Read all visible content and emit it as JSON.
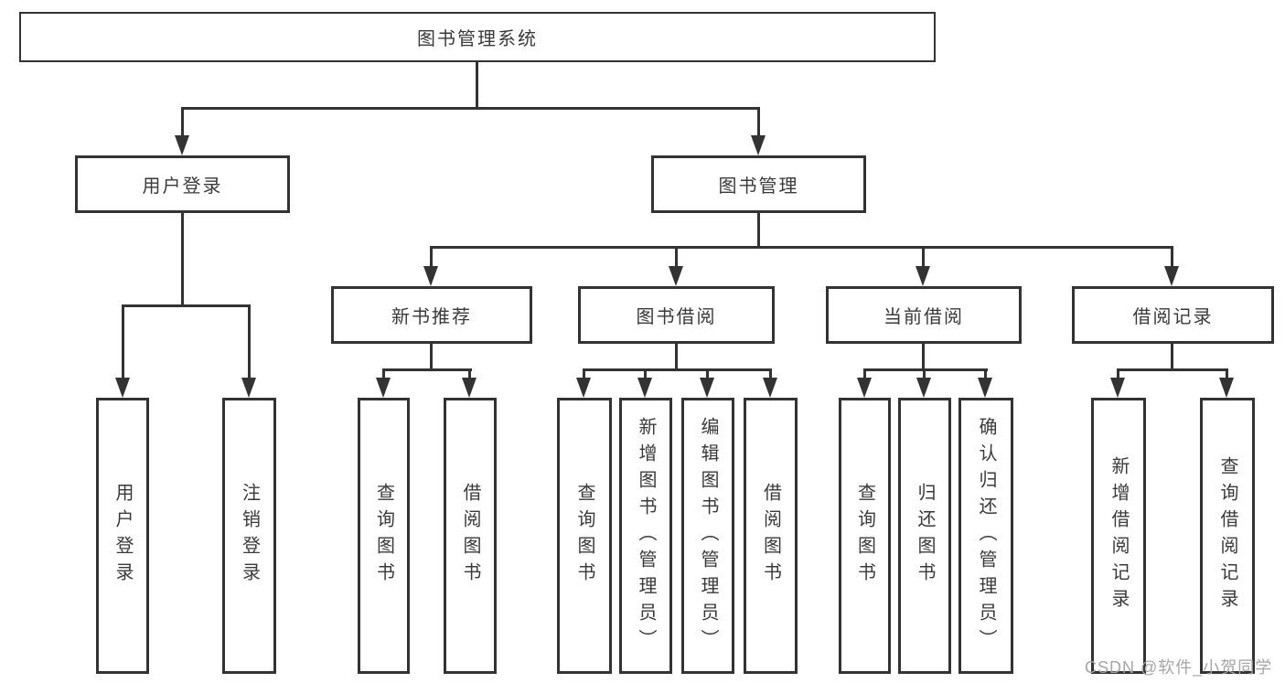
{
  "title": {
    "label": "图书管理系统"
  },
  "branches": {
    "user": {
      "label": "用户登录",
      "children": [
        {
          "label": "用户登录"
        },
        {
          "label": "注销登录"
        }
      ]
    },
    "books": {
      "label": "图书管理",
      "sections": [
        {
          "label": "新书推荐",
          "children": [
            {
              "label": "查询图书"
            },
            {
              "label": "借阅图书"
            }
          ]
        },
        {
          "label": "图书借阅",
          "children": [
            {
              "label": "查询图书"
            },
            {
              "label": "新增图书（管理员）"
            },
            {
              "label": "编辑图书（管理员）"
            },
            {
              "label": "借阅图书"
            }
          ]
        },
        {
          "label": "当前借阅",
          "children": [
            {
              "label": "查询图书"
            },
            {
              "label": "归还图书"
            },
            {
              "label": "确认归还（管理员）"
            }
          ]
        },
        {
          "label": "借阅记录",
          "children": [
            {
              "label": "新增借阅记录"
            },
            {
              "label": "查询借阅记录"
            }
          ]
        }
      ]
    }
  },
  "watermark": {
    "text": "CSDN @软件_小贺同学"
  }
}
